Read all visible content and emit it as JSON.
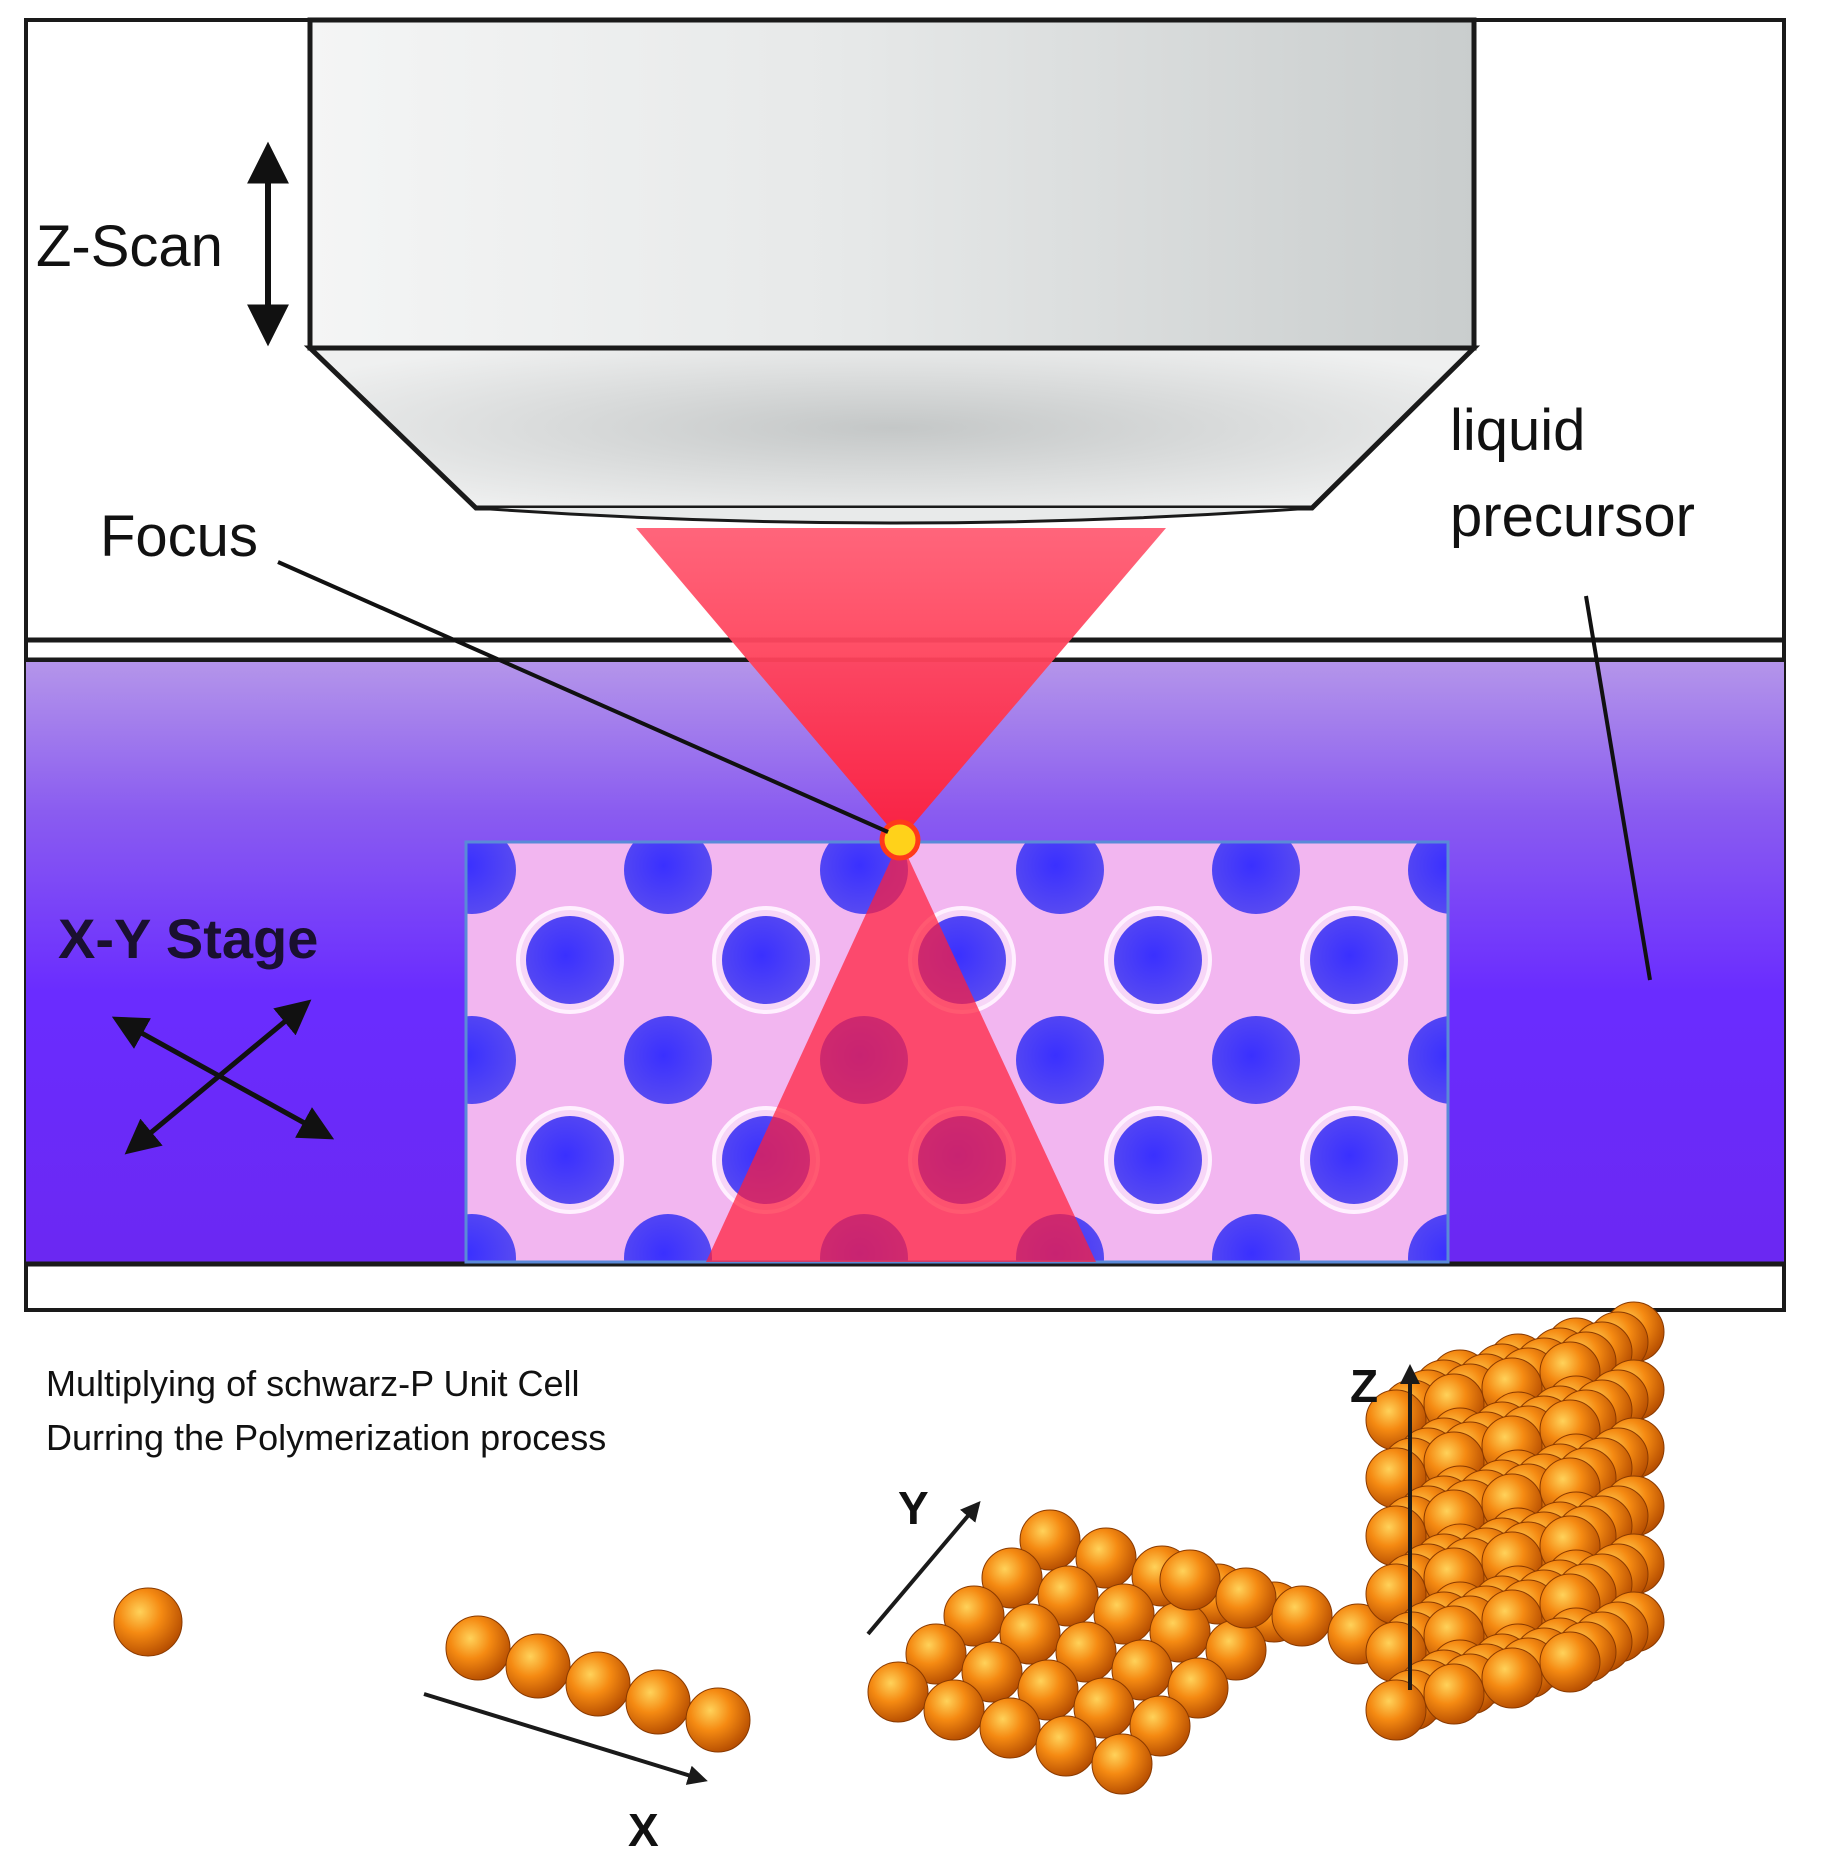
{
  "labels": {
    "z_scan": "Z-Scan",
    "focus": "Focus",
    "liquid_precursor_line1": "liquid",
    "liquid_precursor_line2": "precursor",
    "xy_stage": "X-Y Stage",
    "caption_line1": "Multiplying of schwarz-P Unit Cell",
    "caption_line2": "Durring the Polymerization process",
    "axis_x": "X",
    "axis_y": "Y",
    "axis_z": "Z"
  },
  "colors": {
    "laser_red": "#ff2a44",
    "precursor_purple": "#6a2cff",
    "precursor_top": "#a98ae8",
    "lattice_pink": "#f3b8f0",
    "lattice_hole": "#4a3cff",
    "focus_spot": "#ffd21a",
    "cell_orange": "#f07a10",
    "objective_gray": "#d9dcdc"
  },
  "icons": {
    "z_arrow": "double-headed-vertical-arrow",
    "xy_arrows": "crossed-double-headed-arrows"
  }
}
